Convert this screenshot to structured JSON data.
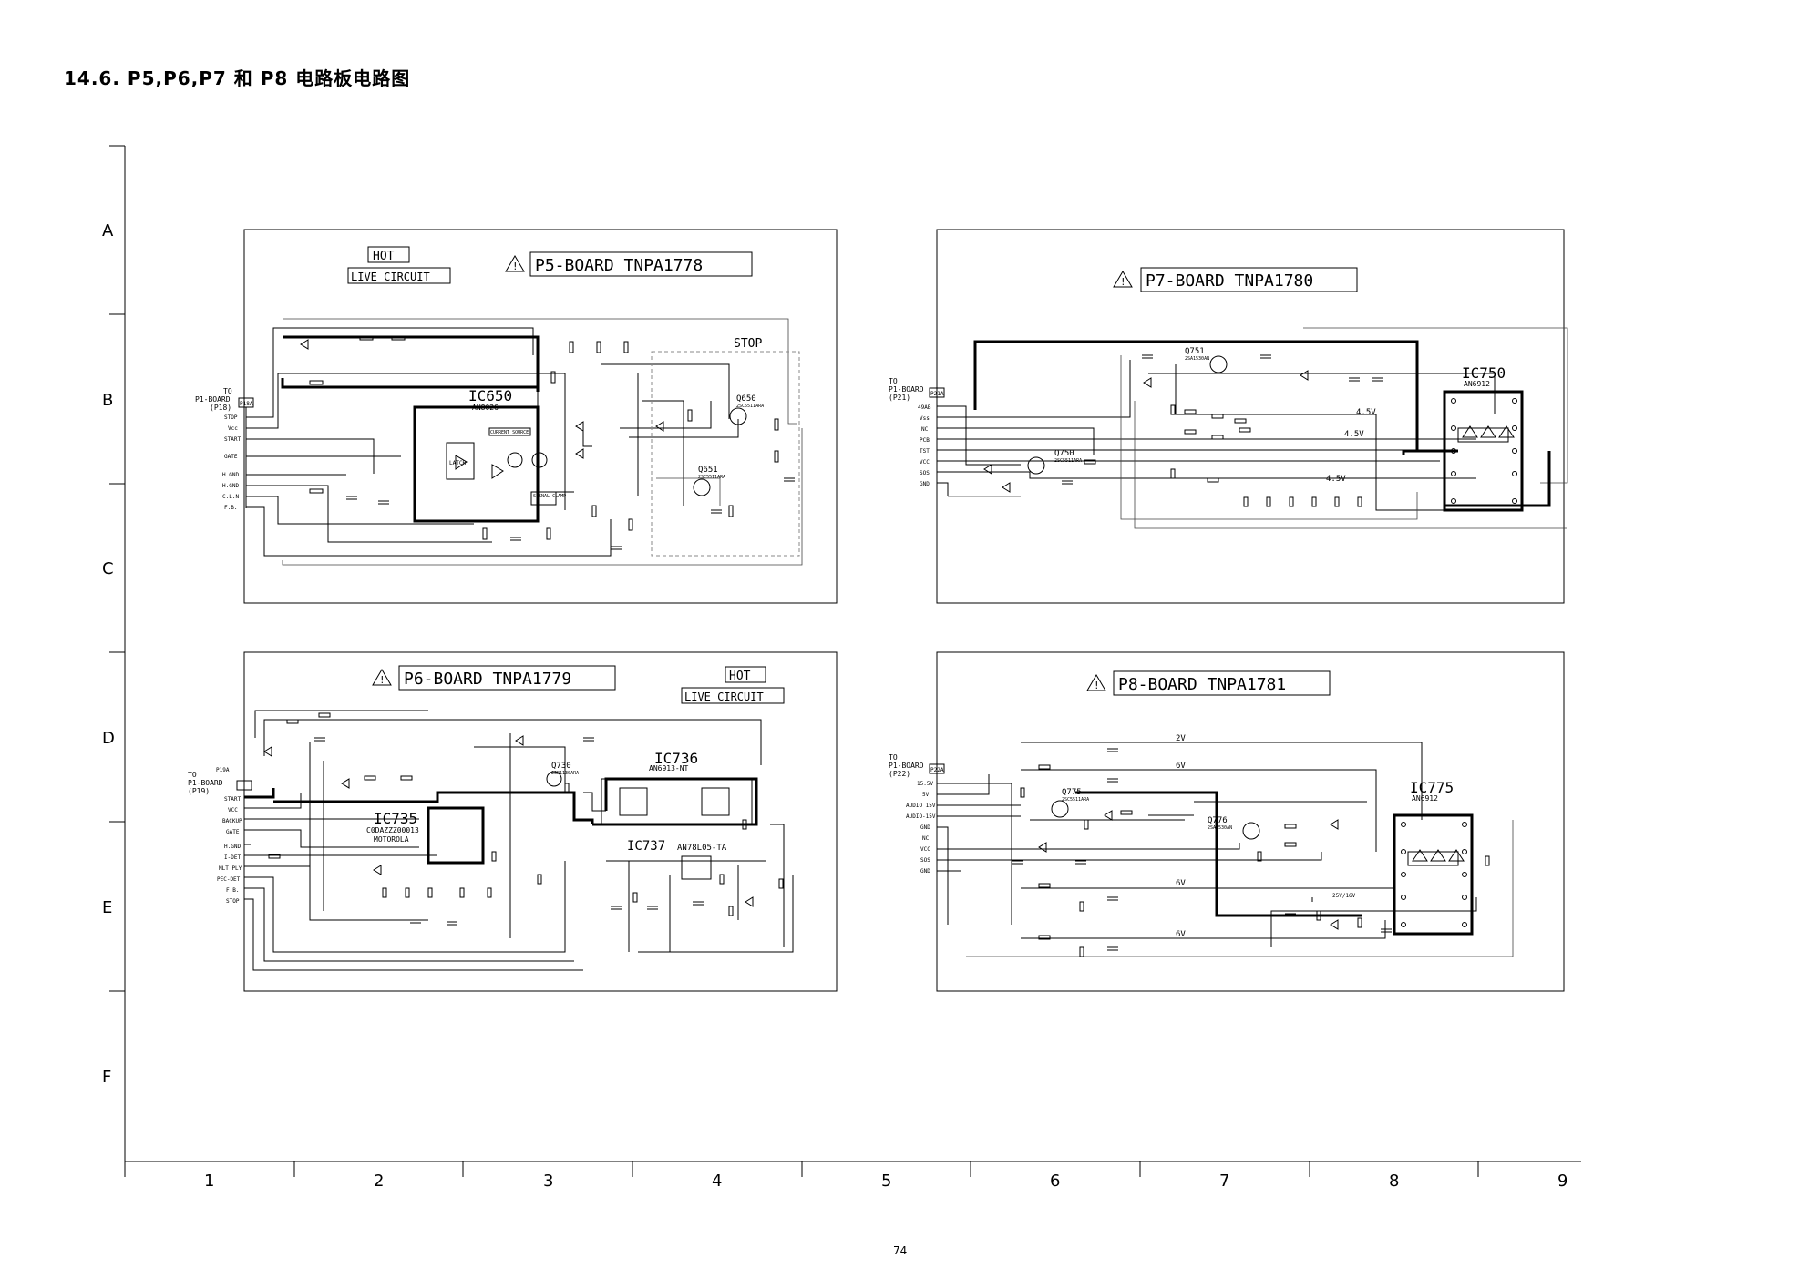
{
  "page": {
    "title": "14.6.  P5,P6,P7 和 P8 电路板电路图",
    "number": "74"
  },
  "grid": {
    "rows": [
      "A",
      "B",
      "C",
      "D",
      "E",
      "F"
    ],
    "columns": [
      "1",
      "2",
      "3",
      "4",
      "5",
      "6",
      "7",
      "8",
      "9"
    ]
  },
  "boards": {
    "p5": {
      "title": "P5-BOARD    TNPA1778",
      "hot": "HOT",
      "live": "LIVE CIRCUIT",
      "connector_to": "TO",
      "connector_board": "P1-BOARD",
      "connector_ref": "(P18)",
      "connector_id": "P18A",
      "pins": [
        "STOP",
        "Vcc",
        "START",
        "GATE",
        "H.GND",
        "H.GND",
        "C.L.N",
        "F.B."
      ],
      "ic": "IC650",
      "ic_part": "AN8026",
      "stop_label": "STOP",
      "q650": "Q650",
      "q650_part": "2SC5511ARA",
      "q651": "Q651",
      "q651_part": "2SC5511ARA",
      "current_source": "CURRENT SOURCE",
      "signal_clamp": "SIGNAL CLAMP",
      "latch": "LATCH"
    },
    "p6": {
      "title": "P6-BOARD    TNPA1779",
      "hot": "HOT",
      "live": "LIVE CIRCUIT",
      "connector_to": "TO",
      "connector_board": "P1-BOARD",
      "connector_ref": "(P19)",
      "connector_id": "P19A",
      "pins": [
        "START",
        "VCC",
        "BACKUP",
        "GATE",
        "H.GND",
        "I-DET",
        "MLT PLY",
        "PEC-DET",
        "F.B.",
        "STOP"
      ],
      "ic735": "IC735",
      "ic735_part": "C0DAZZZ00013",
      "ic735_vendor": "MOTOROLA",
      "ic736": "IC736",
      "ic736_part": "AN6913-NT",
      "ic737": "IC737",
      "ic737_part": "AN78L05-TA",
      "q730": "Q730",
      "q730_part": "2SB1130ARA"
    },
    "p7": {
      "title": "P7-BOARD    TNPA1780",
      "connector_to": "TO",
      "connector_board": "P1-BOARD",
      "connector_ref": "(P21)",
      "connector_id": "P21A",
      "pins": [
        "49AB",
        "Vss",
        "NC",
        "PCB",
        "TST",
        "VCC",
        "SOS",
        "GND"
      ],
      "ic": "IC750",
      "ic_part": "AN6912",
      "q750": "Q750",
      "q750_part": "2SC5511ARA",
      "q751": "Q751",
      "q751_part": "2SA1530AN",
      "v1": "4.5V",
      "v2": "4.5V",
      "v3": "4.5V"
    },
    "p8": {
      "title": "P8-BOARD    TNPA1781",
      "connector_to": "TO",
      "connector_board": "P1-BOARD",
      "connector_ref": "(P22)",
      "connector_id": "P22A",
      "pins": [
        "15.5V",
        "5V",
        "AUDIO 15V",
        "AUDIO-15V",
        "GND",
        "NC",
        "VCC",
        "SOS",
        "GND"
      ],
      "ic": "IC775",
      "ic_part": "AN6912",
      "q775": "Q775",
      "q775_part": "2SC5511ARA",
      "q776": "Q776",
      "q776_part": "2SA1530AN",
      "v1": "2V",
      "v2": "6V",
      "v3": "6V",
      "v4": "6V",
      "v5": "25V/16V"
    }
  }
}
